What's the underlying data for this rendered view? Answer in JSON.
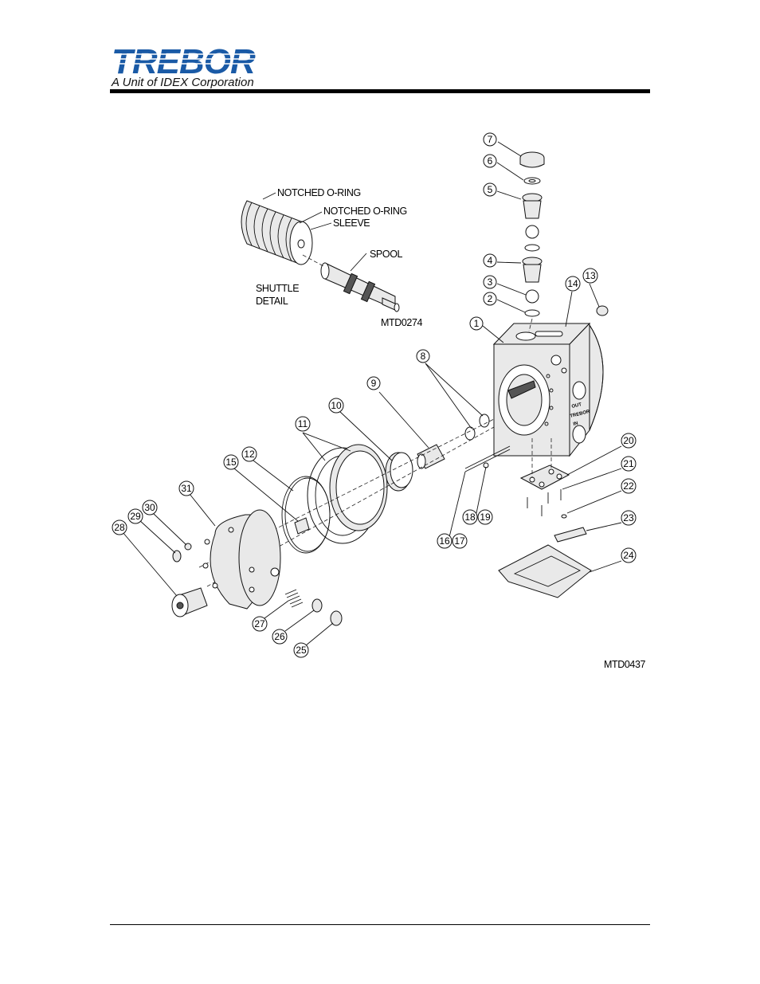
{
  "header": {
    "logo_text": "TREBOR",
    "tagline": "A Unit of IDEX Corporation",
    "brand_color": "#1a5aa6"
  },
  "shuttle_detail": {
    "labels": {
      "notched_oring_1": "NOTCHED O-RING",
      "notched_oring_2": "NOTCHED O-RING",
      "sleeve": "SLEEVE",
      "spool": "SPOOL",
      "shuttle_line1": "SHUTTLE",
      "shuttle_line2": "DETAIL"
    },
    "drawing_id": "MTD0274"
  },
  "main_drawing_id": "MTD0437",
  "callouts": [
    "7",
    "6",
    "5",
    "4",
    "3",
    "2",
    "1",
    "14",
    "13",
    "8",
    "9",
    "10",
    "11",
    "12",
    "15",
    "31",
    "30",
    "29",
    "28",
    "20",
    "21",
    "22",
    "23",
    "24",
    "18",
    "19",
    "16",
    "17",
    "27",
    "26",
    "25"
  ],
  "body_markings": {
    "out": "OUT",
    "in": "IN",
    "brand": "TREBOR"
  }
}
